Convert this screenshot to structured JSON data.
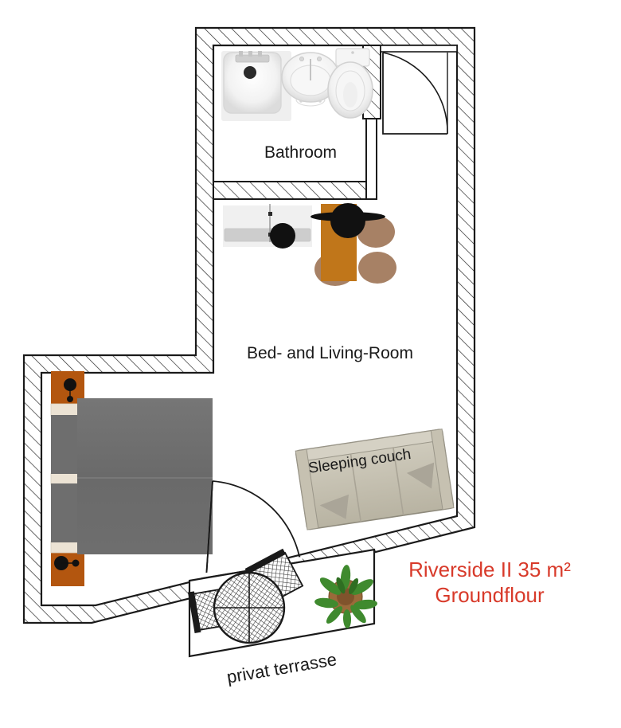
{
  "document": {
    "type": "floor-plan",
    "title_line1": "Riverside II 35 m²",
    "title_line2": "Groundflour",
    "title_color": "#d83a2a"
  },
  "rooms": [
    {
      "id": "bathroom",
      "label": "Bathroom",
      "fixtures": [
        "shower-tray",
        "washbasin",
        "toilet",
        "cistern"
      ]
    },
    {
      "id": "bed-living-room",
      "label": "Bed- and Living-Room",
      "fixtures": [
        "double-bed",
        "two-nightstands",
        "kitchenette",
        "dining-table",
        "two-chairs",
        "sleeping-couch"
      ]
    },
    {
      "id": "terrace",
      "label": "privat terrasse",
      "fixtures": [
        "round-table",
        "two-chairs",
        "potted-plant"
      ]
    }
  ],
  "furniture_labels": {
    "sleeping_couch": "Sleeping couch"
  },
  "colors": {
    "wall_stroke": "#1a1a1a",
    "wall_fill": "#ffffff",
    "hatch": "#2a2a2a",
    "bed": "#6e6e6e",
    "pillow": "#ece3d4",
    "nightstand": "#b3560f",
    "table_wood": "#c0761a",
    "chair_seat": "#a78165",
    "couch": "#c9c4b4",
    "fixture_white": "#f4f4f4",
    "plant_green": "#3f8a2e",
    "pot_brown": "#9a6a3a",
    "sink_dark": "#111111",
    "title_red": "#d83a2a"
  },
  "doors": [
    {
      "id": "entrance-door",
      "type": "swing",
      "location": "top-right"
    },
    {
      "id": "bathroom-door",
      "type": "sliding",
      "location": "bathroom-east-wall"
    },
    {
      "id": "terrace-door",
      "type": "swing",
      "location": "south-wall"
    }
  ]
}
